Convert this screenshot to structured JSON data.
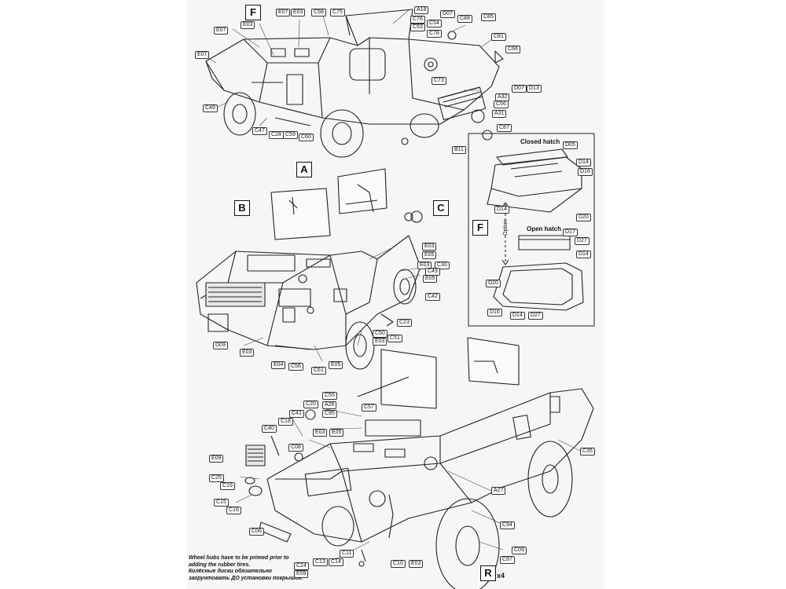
{
  "letters": {
    "F_top": "F",
    "A": "A",
    "B": "B",
    "C": "C",
    "F_inset": "F",
    "R": "R"
  },
  "x4": "x4",
  "inset": {
    "closed_hatch": "Closed hatch",
    "open_hatch": "Open hatch",
    "option": "Option"
  },
  "note": {
    "line1": "Wheel hubs have to be primed prior to",
    "line2": "adding the rubber tires.",
    "line3": "Колёсные диски обязательно загрунтовать ДО установки покрышек."
  },
  "parts": {
    "top": [
      "E07",
      "E03",
      "E03",
      "C58",
      "C75",
      "A18",
      "D07",
      "C88",
      "C85",
      "C76",
      "C53",
      "C54",
      "C78",
      "C81",
      "E07",
      "E07",
      "C66",
      "C73",
      "D07",
      "D13",
      "A32",
      "C56",
      "A31",
      "C87",
      "B11",
      "C49",
      "C47",
      "C28",
      "C59",
      "C60"
    ],
    "mid": [
      "E03",
      "E05",
      "E03",
      "C30",
      "C49",
      "E05",
      "C42",
      "C23",
      "C50",
      "E03",
      "C51",
      "D09",
      "E03",
      "E04",
      "C56",
      "C61",
      "E05"
    ],
    "inset": [
      "D05",
      "D14",
      "D16",
      "D14",
      "D20",
      "D17",
      "D27",
      "D14",
      "D20",
      "D16",
      "D14",
      "D27"
    ],
    "bottom": [
      "C55",
      "A26",
      "C57",
      "C95",
      "E03",
      "E05",
      "C20",
      "C41",
      "C18",
      "C40",
      "C08",
      "E09",
      "C25",
      "C19",
      "C15",
      "C16",
      "C06",
      "C35",
      "A27",
      "C94",
      "C09",
      "C97",
      "C13",
      "C14",
      "C11",
      "C10",
      "E03",
      "C24",
      "E09"
    ]
  },
  "colors": {
    "line": "#222222",
    "paper": "#f6f6f6"
  }
}
